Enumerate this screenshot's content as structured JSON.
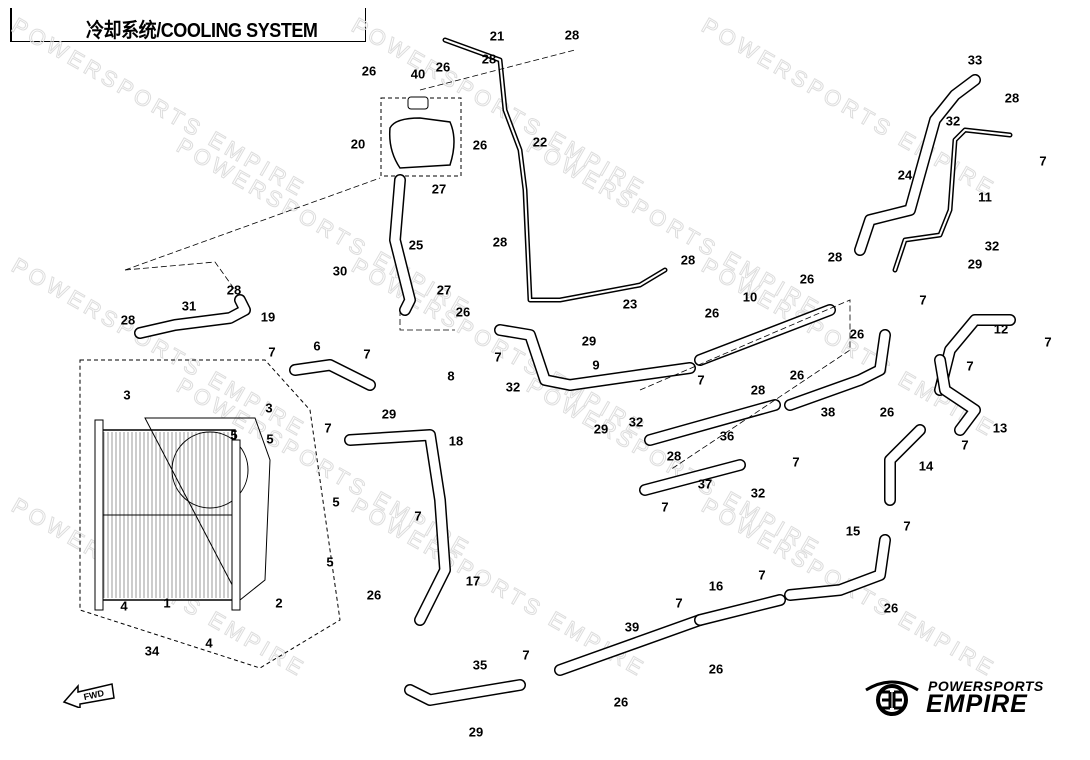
{
  "title": "冷却系统/COOLING SYSTEM",
  "watermark": "POWERSPORTS EMPIRE",
  "fwd_label": "FWD",
  "logo": {
    "top": "POWERSPORTS",
    "bottom": "EMPIRE"
  },
  "callouts": [
    "26",
    "40",
    "26",
    "20",
    "27",
    "25",
    "30",
    "27",
    "28",
    "31",
    "19",
    "28",
    "7",
    "6",
    "7",
    "8",
    "26",
    "7",
    "21",
    "28",
    "28",
    "26",
    "22",
    "28",
    "28",
    "23",
    "29",
    "32",
    "9",
    "7",
    "29",
    "32",
    "26",
    "10",
    "26",
    "28",
    "33",
    "28",
    "32",
    "7",
    "24",
    "11",
    "32",
    "29",
    "7",
    "12",
    "7",
    "7",
    "26",
    "26",
    "28",
    "38",
    "26",
    "13",
    "7",
    "36",
    "28",
    "7",
    "14",
    "37",
    "32",
    "7",
    "7",
    "15",
    "3",
    "3",
    "5",
    "5",
    "5",
    "5",
    "29",
    "7",
    "18",
    "7",
    "1",
    "2",
    "4",
    "4",
    "34",
    "26",
    "17",
    "16",
    "7",
    "26",
    "7",
    "39",
    "26",
    "7",
    "35",
    "26",
    "29"
  ]
}
